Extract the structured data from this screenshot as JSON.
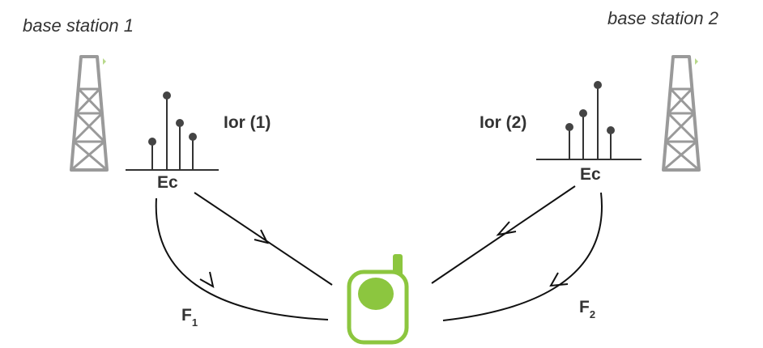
{
  "stations": [
    {
      "title": "base station 1",
      "ior_label": "Ior (1)",
      "ec_label": "Ec"
    },
    {
      "title": "base station 2",
      "ior_label": "Ior (2)",
      "ec_label": "Ec"
    }
  ],
  "fading": [
    {
      "letter": "F",
      "sub": "1"
    },
    {
      "letter": "F",
      "sub": "2"
    }
  ],
  "colors": {
    "tower": "#9a9a9a",
    "phone": "#8cc63f",
    "line": "#111111",
    "text": "#333333"
  },
  "icons": [
    "tower-icon",
    "mobile-phone-icon"
  ]
}
